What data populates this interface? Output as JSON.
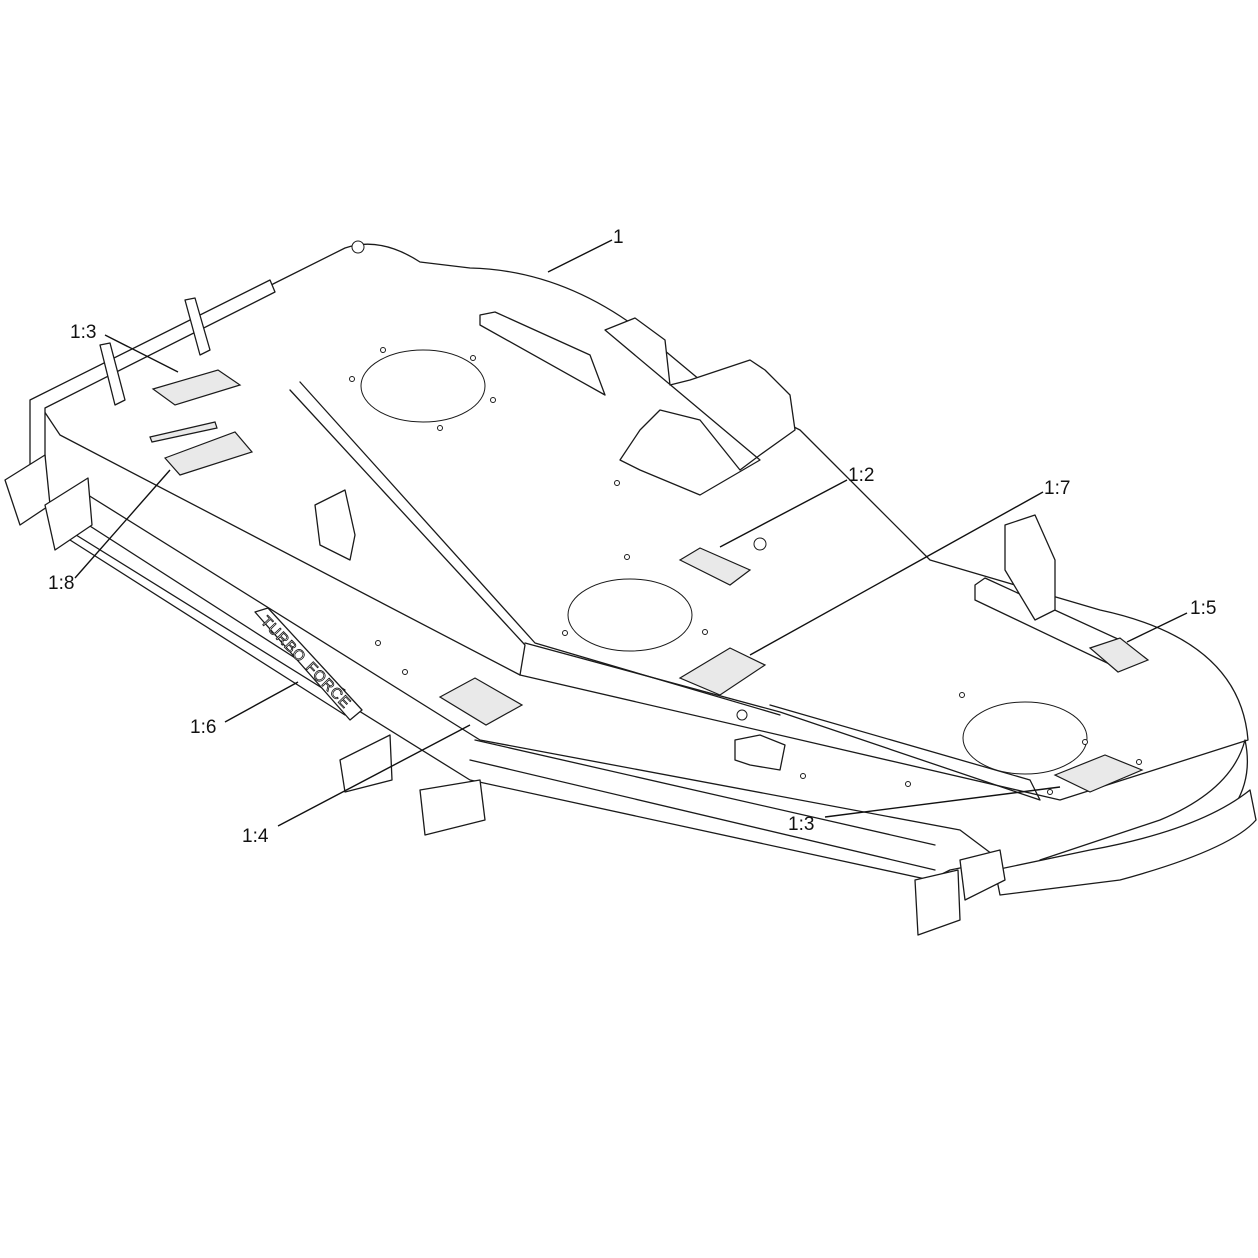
{
  "callouts": {
    "c1": "1",
    "c1_3_left": "1:3",
    "c1_8": "1:8",
    "c1_2": "1:2",
    "c1_7": "1:7",
    "c1_5": "1:5",
    "c1_6": "1:6",
    "c1_4": "1:4",
    "c1_3_right": "1:3"
  },
  "deck_logo": {
    "word1": "TURBO",
    "word2": "FORCE"
  }
}
